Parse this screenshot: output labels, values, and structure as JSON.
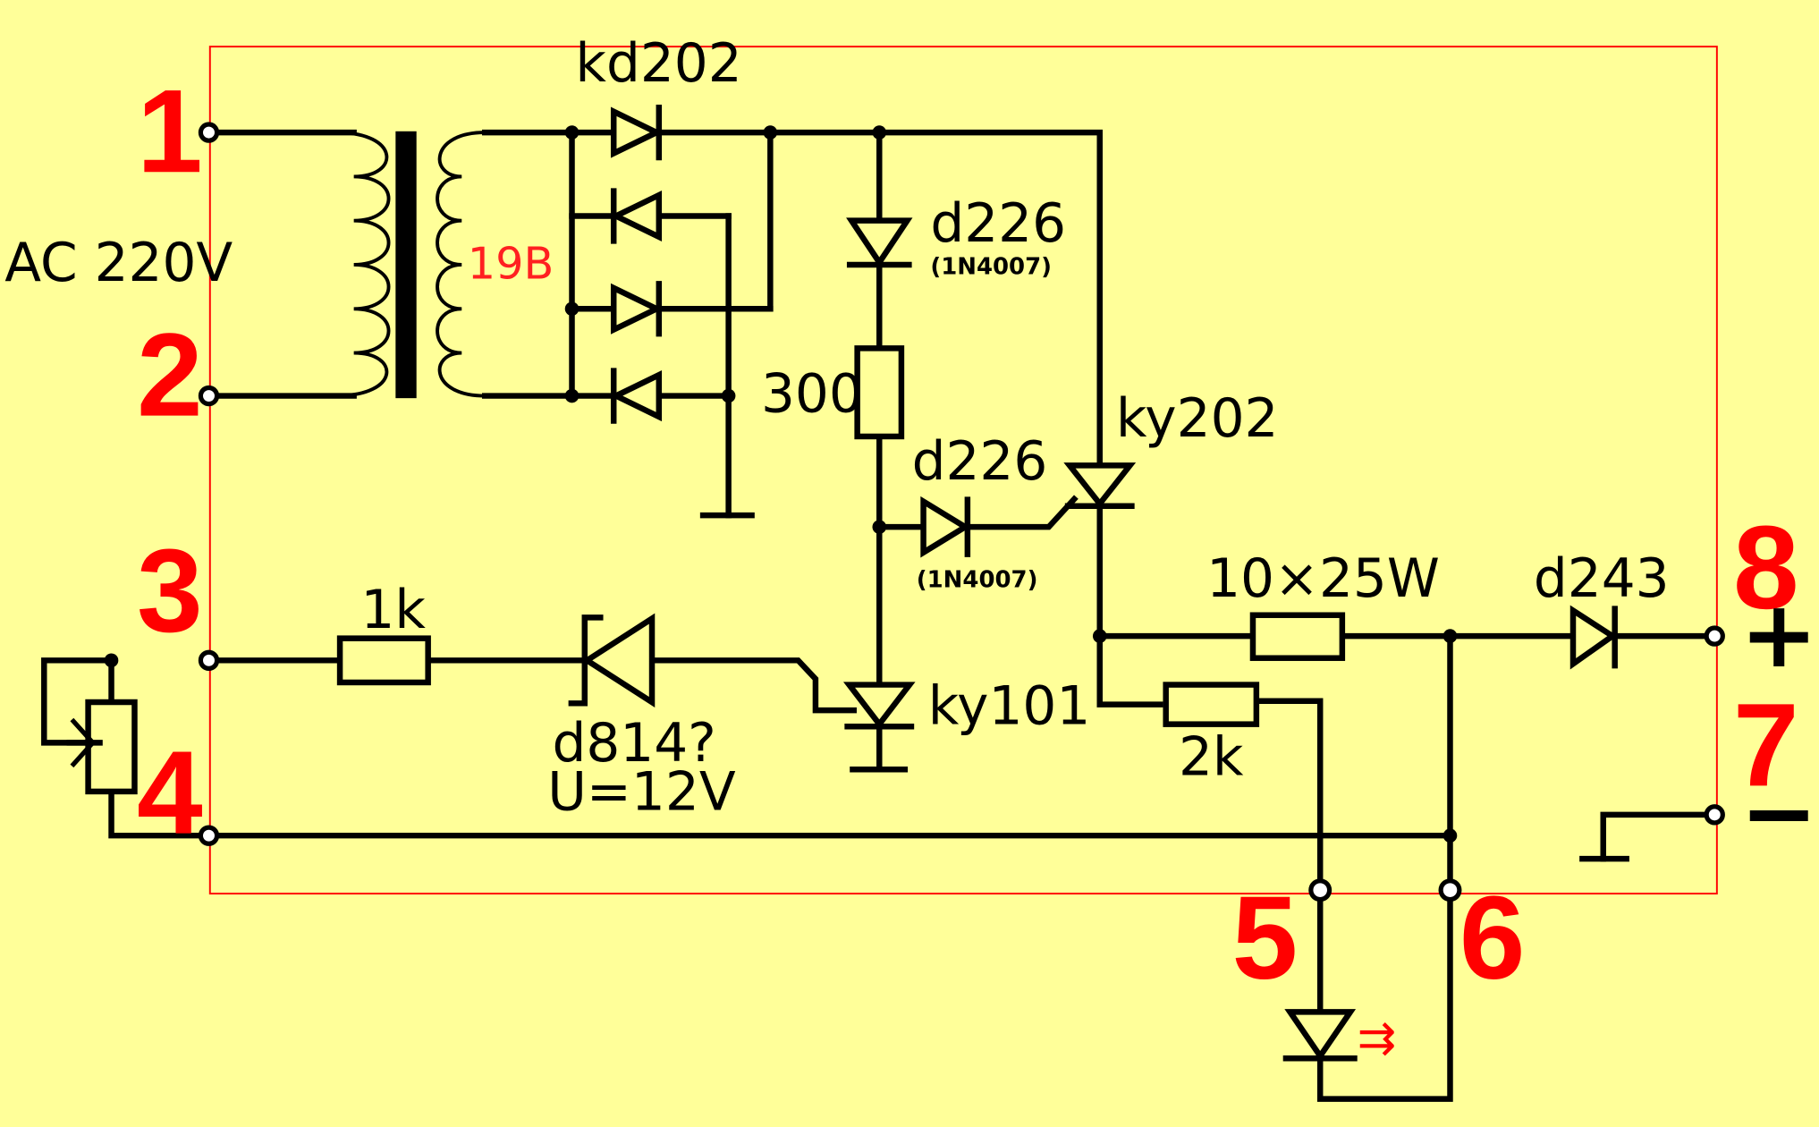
{
  "labels": {
    "ac_input": "AC 220V",
    "secondary_voltage": "19B",
    "bridge_diodes": "kd202",
    "diode_d226_top": "d226",
    "diode_d226_top_alt": "(1N4007)",
    "resistor_300": "300",
    "diode_d226_mid": "d226",
    "diode_d226_mid_alt": "(1N4007)",
    "thyristor_ky202": "ky202",
    "resistor_1k": "1k",
    "zener": "d814?",
    "zener_voltage": "U=12V",
    "thyristor_ky101": "ky101",
    "resistor_10x25w": "10×25W",
    "resistor_2k": "2k",
    "diode_d243": "d243"
  },
  "terminals": {
    "t1": "1",
    "t2": "2",
    "t3": "3",
    "t4": "4",
    "t5": "5",
    "t6": "6",
    "t7": "7",
    "t8": "8",
    "plus": "+",
    "minus": "−"
  },
  "led_arrow": "⇉",
  "colors": {
    "background": "#ffff99",
    "wire": "#000000",
    "terminal_number": "#ff0000",
    "board_outline": "#ff0000"
  }
}
